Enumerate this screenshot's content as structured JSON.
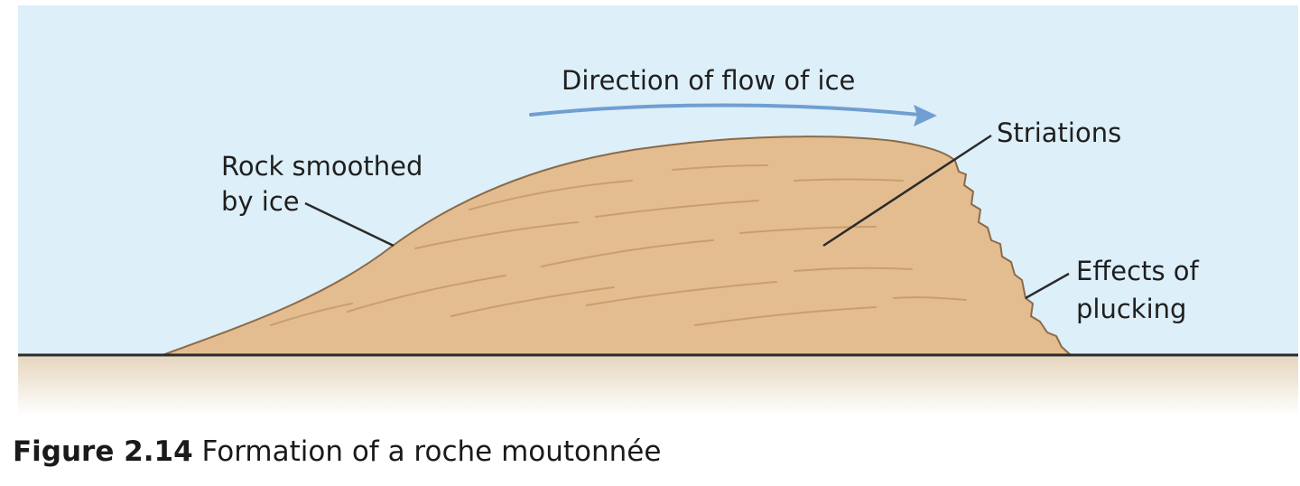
{
  "diagram": {
    "labels": {
      "flow": "Direction of flow of ice",
      "striations": "Striations",
      "smoothed_line1": "Rock smoothed",
      "smoothed_line2": "by ice",
      "plucking_line1": "Effects of",
      "plucking_line2": "plucking"
    },
    "colors": {
      "sky": "#dcefF8",
      "rock": "#e3bd8f",
      "rock_edge": "#8a6a48",
      "ground_line": "#2b2b2b",
      "arrow": "#6f9fd2",
      "leader": "#2b2b2b"
    }
  },
  "caption": {
    "number": "Figure 2.14",
    "text": "Formation of a roche moutonnée"
  }
}
